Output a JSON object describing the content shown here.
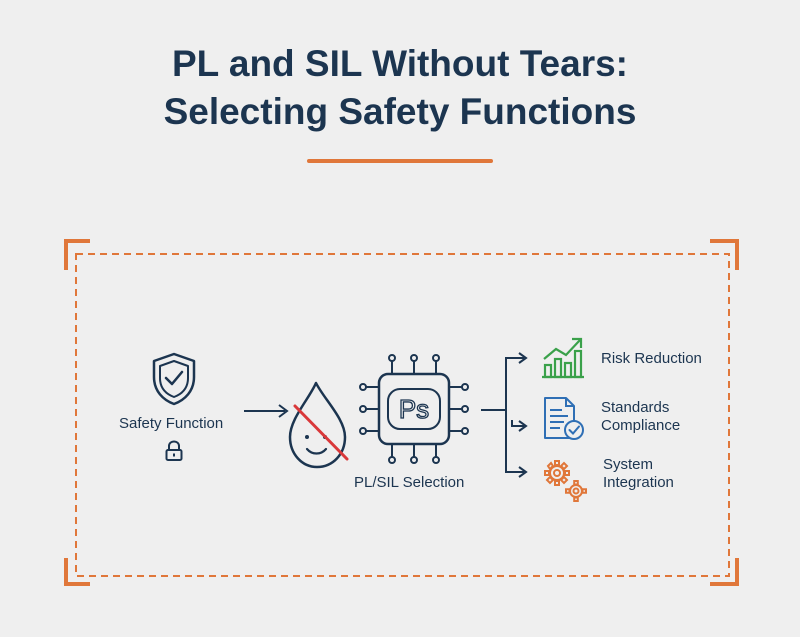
{
  "title": {
    "line1": "PL and SIL Without Tears:",
    "line2": "Selecting Safety Functions"
  },
  "diagram": {
    "source_label": "Safety Function",
    "center_label": "PL/SIL Selection",
    "chip_text": "Ps",
    "outputs": [
      {
        "line1": "Risk Reduction",
        "line2": ""
      },
      {
        "line1": "Standards",
        "line2": "Compliance"
      },
      {
        "line1": "System",
        "line2": "Integration"
      }
    ]
  },
  "colors": {
    "navy": "#1c3550",
    "orange": "#e0773a",
    "green": "#3aa14a",
    "blue": "#2f6fb5",
    "red": "#d9383a"
  }
}
